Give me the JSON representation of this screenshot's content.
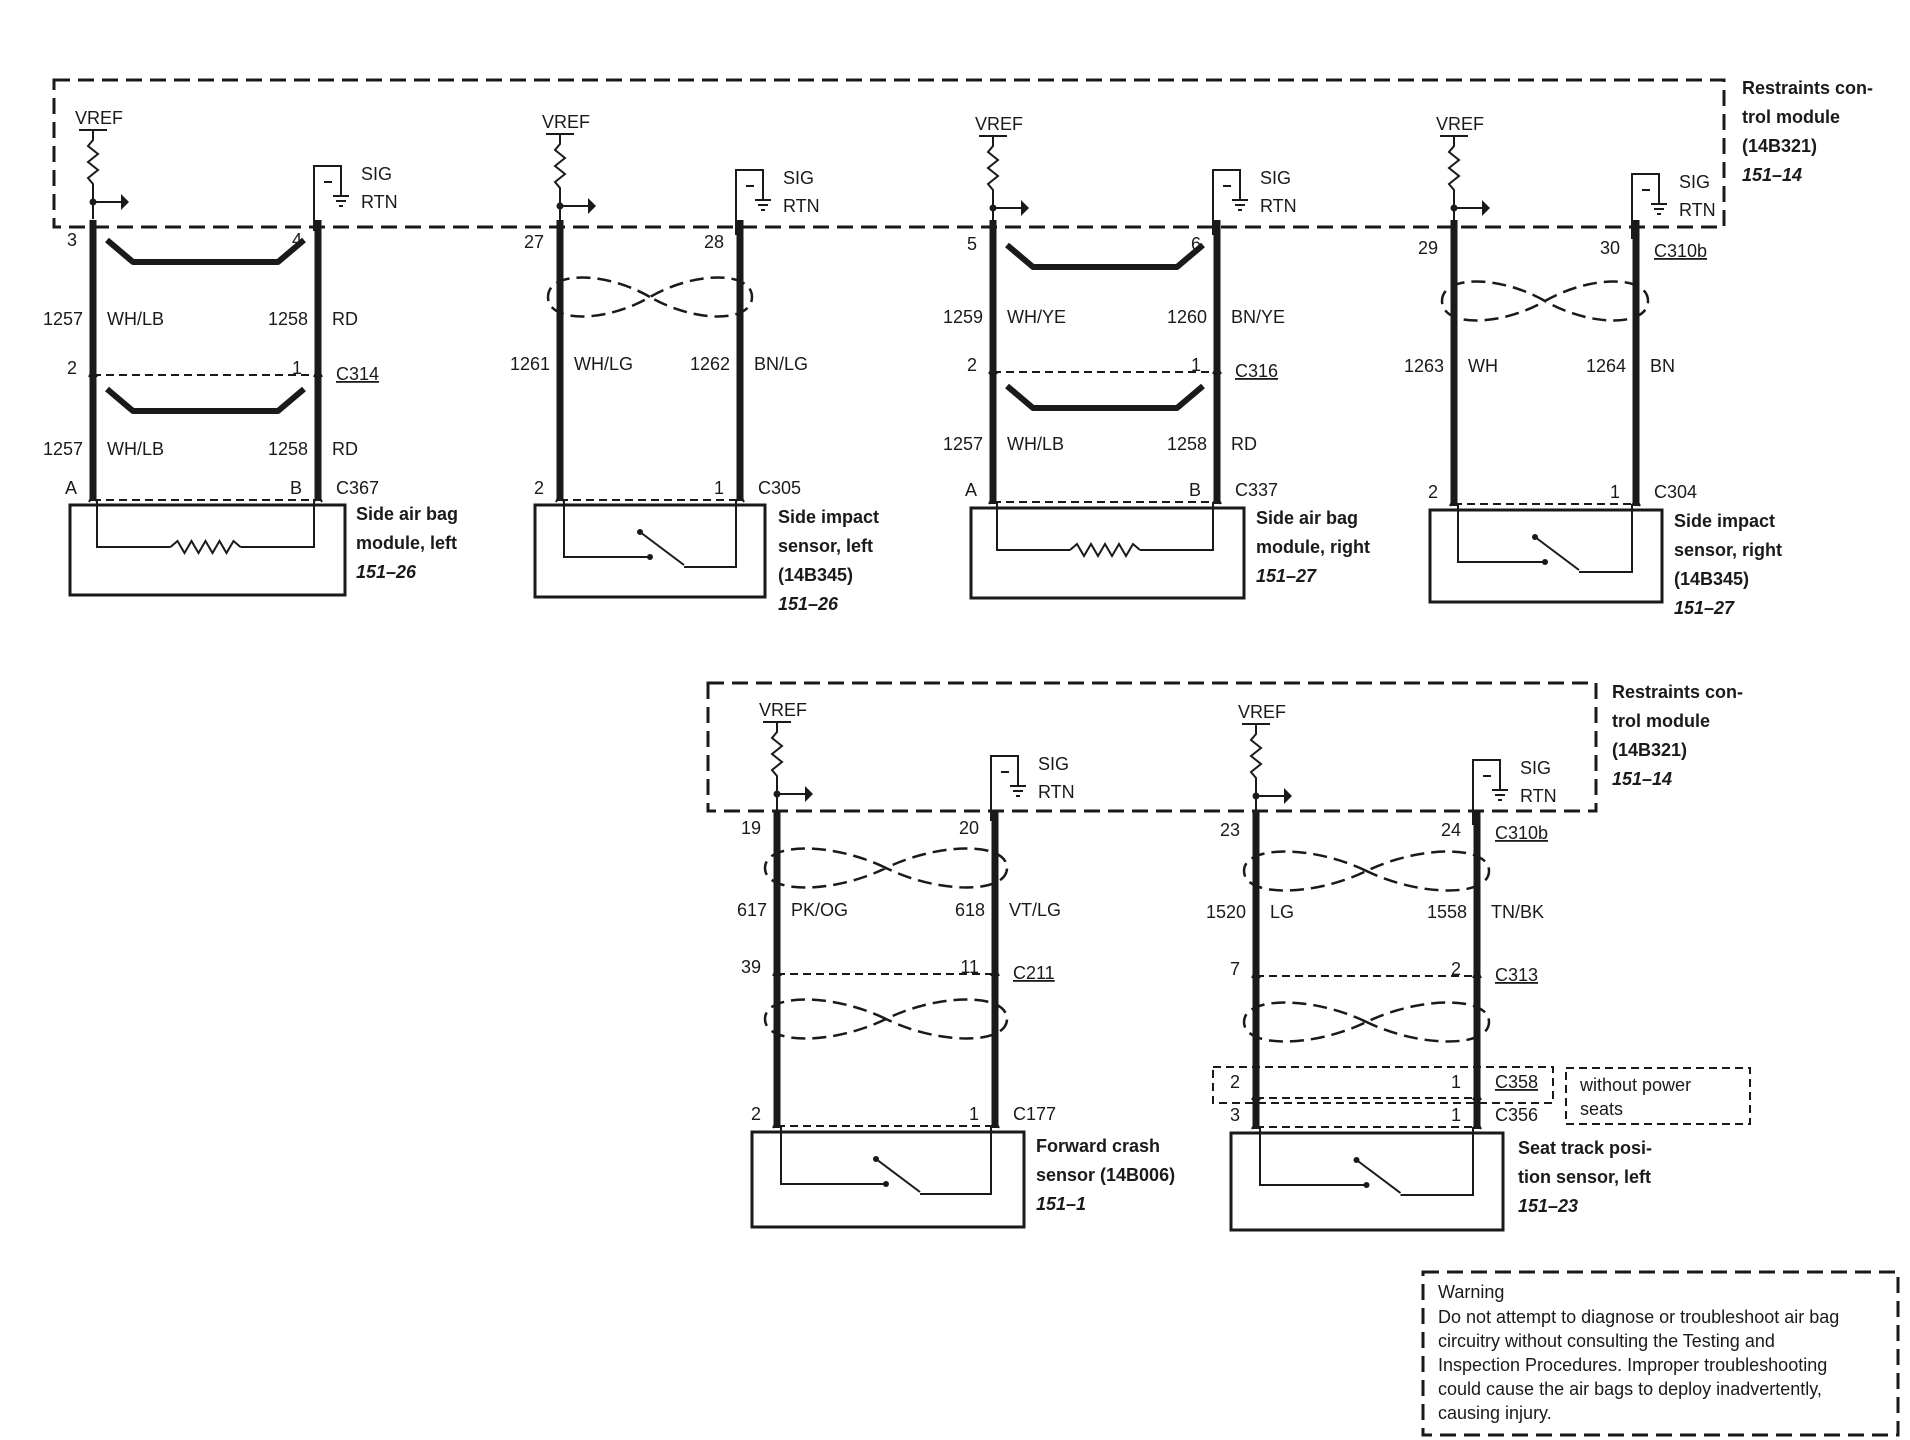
{
  "module_label": {
    "line1": "Restraints con-",
    "line2": "trol module",
    "part": "(14B321)",
    "ref": "151–14"
  },
  "vref": "VREF",
  "sig": "SIG",
  "rtn": "RTN",
  "circuits": [
    {
      "pins_top": [
        "3",
        "4"
      ],
      "wire1": {
        "num": "1257",
        "color": "WH/LB"
      },
      "wire2": {
        "num": "1258",
        "color": "RD"
      },
      "mid_pins": [
        "2",
        "1"
      ],
      "mid_connector": "C314",
      "wire1b": {
        "num": "1257",
        "color": "WH/LB"
      },
      "wire2b": {
        "num": "1258",
        "color": "RD"
      },
      "dev_pins": [
        "A",
        "B"
      ],
      "dev_connector": "C367",
      "device": [
        "Side air bag",
        "module, left"
      ],
      "ref": "151–26"
    },
    {
      "pins_top": [
        "27",
        "28"
      ],
      "wire1": {
        "num": "1261",
        "color": "WH/LG"
      },
      "wire2": {
        "num": "1262",
        "color": "BN/LG"
      },
      "dev_pins": [
        "2",
        "1"
      ],
      "dev_connector": "C305",
      "device": [
        "Side impact",
        "sensor, left",
        "(14B345)"
      ],
      "ref": "151–26"
    },
    {
      "pins_top": [
        "5",
        "6"
      ],
      "wire1": {
        "num": "1259",
        "color": "WH/YE"
      },
      "wire2": {
        "num": "1260",
        "color": "BN/YE"
      },
      "mid_pins": [
        "2",
        "1"
      ],
      "mid_connector": "C316",
      "wire1b": {
        "num": "1257",
        "color": "WH/LB"
      },
      "wire2b": {
        "num": "1258",
        "color": "RD"
      },
      "dev_pins": [
        "A",
        "B"
      ],
      "dev_connector": "C337",
      "device": [
        "Side air bag",
        "module, right"
      ],
      "ref": "151–27"
    },
    {
      "pins_top": [
        "29",
        "30"
      ],
      "top_connector": "C310b",
      "wire1": {
        "num": "1263",
        "color": "WH"
      },
      "wire2": {
        "num": "1264",
        "color": "BN"
      },
      "dev_pins": [
        "2",
        "1"
      ],
      "dev_connector": "C304",
      "device": [
        "Side impact",
        "sensor, right",
        "(14B345)"
      ],
      "ref": "151–27"
    },
    {
      "pins_top": [
        "19",
        "20"
      ],
      "wire1": {
        "num": "617",
        "color": "PK/OG"
      },
      "wire2": {
        "num": "618",
        "color": "VT/LG"
      },
      "mid_pins": [
        "39",
        "11"
      ],
      "mid_connector": "C211",
      "dev_pins": [
        "2",
        "1"
      ],
      "dev_connector": "C177",
      "device": [
        "Forward crash",
        "sensor (14B006)"
      ],
      "ref": "151–1"
    },
    {
      "pins_top": [
        "23",
        "24"
      ],
      "top_connector": "C310b",
      "wire1": {
        "num": "1520",
        "color": "LG"
      },
      "wire2": {
        "num": "1558",
        "color": "TN/BK"
      },
      "mid_pins": [
        "7",
        "2"
      ],
      "mid_connector": "C313",
      "opt_pins": [
        "2",
        "1"
      ],
      "opt_connector": "C358",
      "opt_note": [
        "without power",
        "seats"
      ],
      "dev_pins": [
        "3",
        "1"
      ],
      "dev_connector": "C356",
      "device": [
        "Seat track posi-",
        "tion sensor, left"
      ],
      "ref": "151–23"
    }
  ],
  "warning": {
    "title": "Warning",
    "lines": [
      "Do not attempt to diagnose or troubleshoot air bag",
      "circuitry without consulting the Testing and",
      "Inspection Procedures. Improper troubleshooting",
      "could cause the air bags to deploy inadvertently,",
      "causing injury."
    ]
  }
}
